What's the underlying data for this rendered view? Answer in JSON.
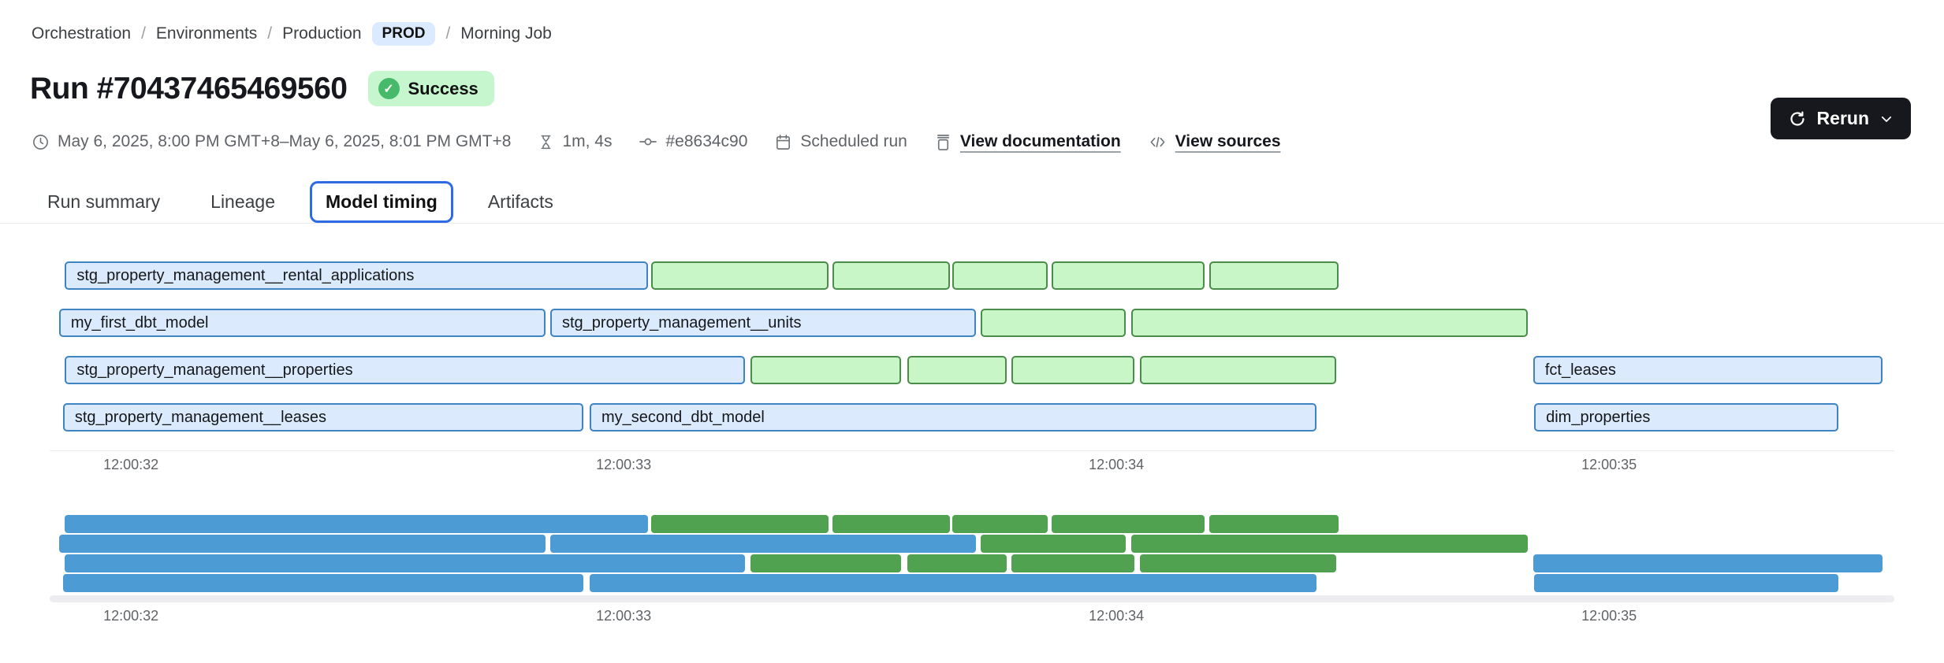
{
  "breadcrumb": {
    "items": [
      {
        "label": "Orchestration"
      },
      {
        "label": "Environments"
      },
      {
        "label": "Production"
      },
      {
        "label": "Morning Job"
      }
    ],
    "env_badge": "PROD"
  },
  "header": {
    "title": "Run #70437465469560",
    "status": "Success"
  },
  "meta": {
    "time_range": "May 6, 2025, 8:00 PM GMT+8–May 6, 2025, 8:01 PM GMT+8",
    "duration": "1m, 4s",
    "commit": "#e8634c90",
    "trigger": "Scheduled run",
    "docs_link": "View documentation",
    "sources_link": "View sources"
  },
  "rerun": {
    "label": "Rerun"
  },
  "tabs": [
    {
      "label": "Run summary",
      "active": false
    },
    {
      "label": "Lineage",
      "active": false
    },
    {
      "label": "Model timing",
      "active": true
    },
    {
      "label": "Artifacts",
      "active": false
    }
  ],
  "timeline": {
    "t0": 31.835,
    "t1": 35.579,
    "ticks": [
      {
        "t": 32,
        "label": "12:00:32"
      },
      {
        "t": 33,
        "label": "12:00:33"
      },
      {
        "t": 34,
        "label": "12:00:34"
      },
      {
        "t": 35,
        "label": "12:00:35"
      }
    ],
    "rows": [
      {
        "bars": [
          {
            "label": "stg_property_management__rental_applications",
            "color": "blue",
            "start": 31.866,
            "end": 33.05
          },
          {
            "label": "",
            "color": "green",
            "start": 33.056,
            "end": 33.416
          },
          {
            "label": "",
            "color": "green",
            "start": 33.424,
            "end": 33.662
          },
          {
            "label": "",
            "color": "green",
            "start": 33.667,
            "end": 33.861
          },
          {
            "label": "",
            "color": "green",
            "start": 33.869,
            "end": 34.179
          },
          {
            "label": "",
            "color": "green",
            "start": 34.189,
            "end": 34.451
          }
        ]
      },
      {
        "bars": [
          {
            "label": "my_first_dbt_model",
            "color": "blue",
            "start": 31.854,
            "end": 32.842
          },
          {
            "label": "stg_property_management__units",
            "color": "blue",
            "start": 32.851,
            "end": 33.715
          },
          {
            "label": "",
            "color": "green",
            "start": 33.725,
            "end": 34.019
          },
          {
            "label": "",
            "color": "green",
            "start": 34.03,
            "end": 34.835
          }
        ]
      },
      {
        "bars": [
          {
            "label": "stg_property_management__properties",
            "color": "blue",
            "start": 31.866,
            "end": 33.246
          },
          {
            "label": "",
            "color": "green",
            "start": 33.258,
            "end": 33.563
          },
          {
            "label": "",
            "color": "green",
            "start": 33.576,
            "end": 33.778
          },
          {
            "label": "",
            "color": "green",
            "start": 33.787,
            "end": 34.037
          },
          {
            "label": "",
            "color": "green",
            "start": 34.048,
            "end": 34.446
          },
          {
            "label": "fct_leases",
            "color": "blue",
            "start": 34.846,
            "end": 35.555
          }
        ]
      },
      {
        "bars": [
          {
            "label": "stg_property_management__leases",
            "color": "blue",
            "start": 31.862,
            "end": 32.918
          },
          {
            "label": "my_second_dbt_model",
            "color": "blue",
            "start": 32.931,
            "end": 34.406
          },
          {
            "label": "dim_properties",
            "color": "blue",
            "start": 34.848,
            "end": 35.466
          }
        ]
      }
    ]
  },
  "colors": {
    "accent_blue": "#2d6ae3",
    "bar_blue_fill": "#dbeafd",
    "bar_blue_border": "#3e83c2",
    "bar_green_fill": "#c8f6c6",
    "bar_green_border": "#4a8c49",
    "mini_blue": "#4d9bd4",
    "mini_green": "#50a250",
    "badge_bg": "#c6f6cd",
    "badge_check": "#47b96b",
    "prod_pill_bg": "#dbeafe",
    "rerun_bg": "#16181d",
    "track": "#ededf1"
  }
}
